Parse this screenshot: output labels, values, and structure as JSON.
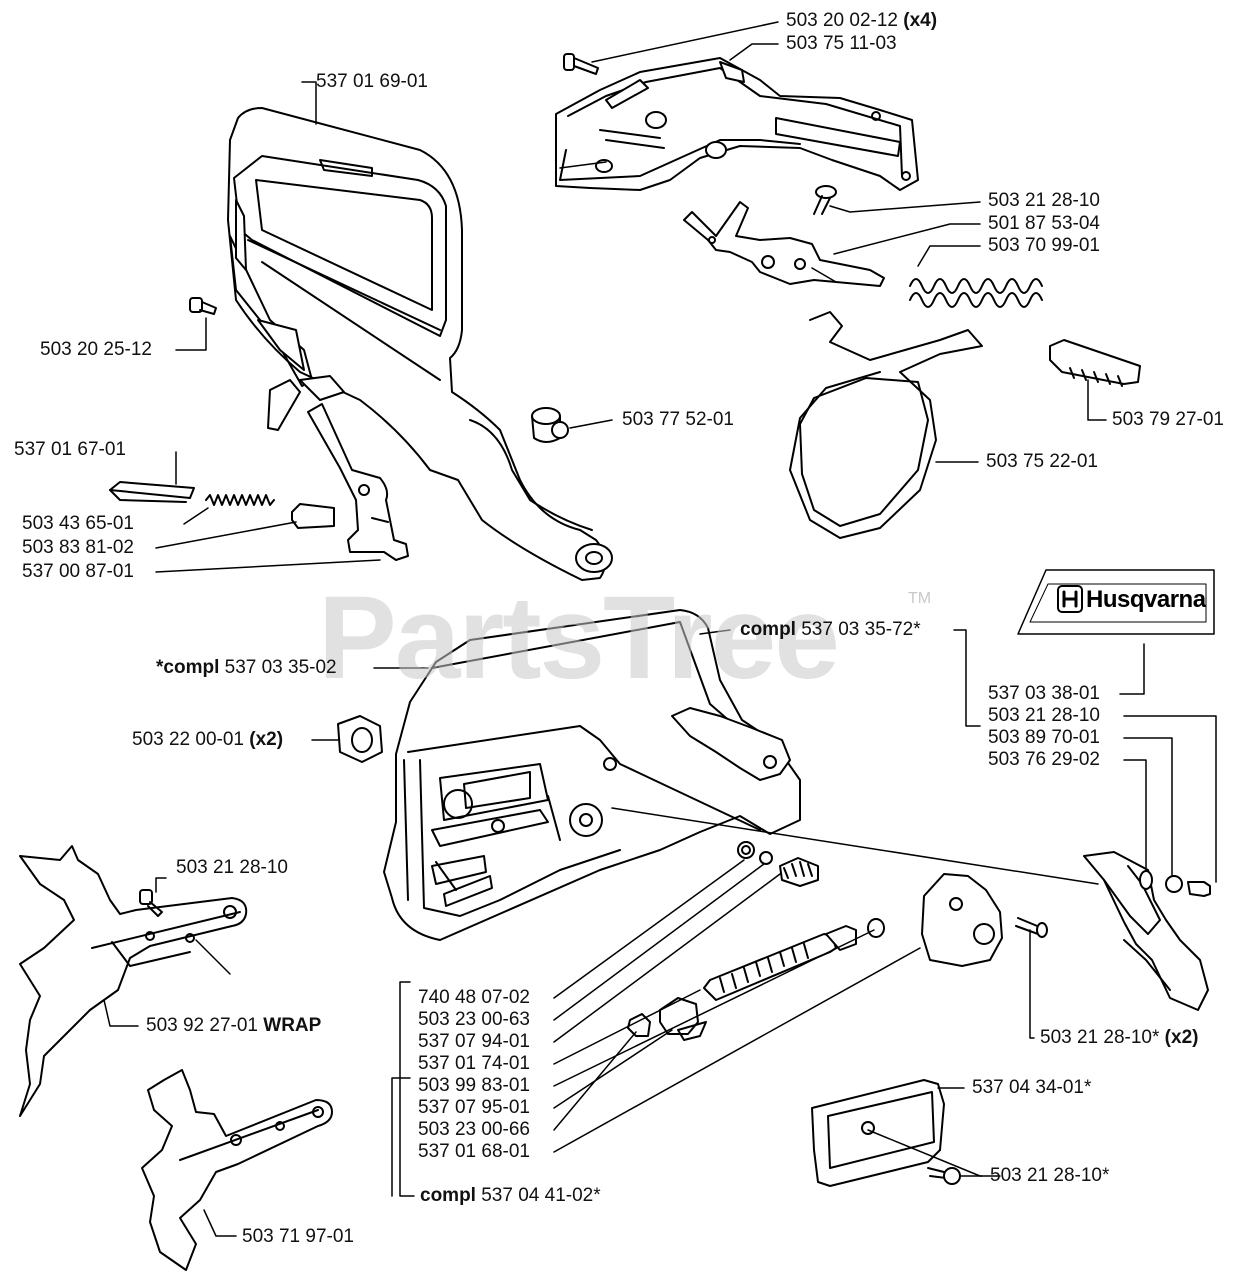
{
  "watermark": "PartsTree",
  "watermark_mark": "TM",
  "brand_logo": "Husqvarna",
  "labels": {
    "l_503200212": {
      "part": "503 20 02-12",
      "suffix": "(x4)"
    },
    "l_503751103": {
      "part": "503 75 11-03",
      "suffix": ""
    },
    "l_537016901": {
      "part": "537 01 69-01",
      "suffix": ""
    },
    "l_503212810a": {
      "part": "503 21 28-10",
      "suffix": ""
    },
    "l_501875304": {
      "part": "501 87 53-04",
      "suffix": ""
    },
    "l_503709901": {
      "part": "503 70 99-01",
      "suffix": ""
    },
    "l_503202512": {
      "part": "503 20 25-12",
      "suffix": ""
    },
    "l_503775201": {
      "part": "503 77 52-01",
      "suffix": ""
    },
    "l_503792701": {
      "part": "503 79 27-01",
      "suffix": ""
    },
    "l_537016701": {
      "part": "537 01 67-01",
      "suffix": ""
    },
    "l_503752201": {
      "part": "503 75 22-01",
      "suffix": ""
    },
    "l_503436501": {
      "part": "503 43 65-01",
      "suffix": ""
    },
    "l_503838102": {
      "part": "503 83 81-02",
      "suffix": ""
    },
    "l_537008701": {
      "part": "537 00 87-01",
      "suffix": ""
    },
    "l_compl_72": {
      "prefix": "compl",
      "part": "537 03 35-72*"
    },
    "l_compl_02": {
      "prefix": "*compl",
      "part": "537 03 35-02"
    },
    "l_537033801": {
      "part": "537 03 38-01",
      "suffix": ""
    },
    "l_503220001": {
      "part": "503 22 00-01",
      "suffix": "(x2)"
    },
    "l_503212810b": {
      "part": "503 21 28-10",
      "suffix": ""
    },
    "l_503897001": {
      "part": "503 89 70-01",
      "suffix": ""
    },
    "l_503762902": {
      "part": "503 76 29-02",
      "suffix": ""
    },
    "l_503212810c": {
      "part": "503 21 28-10",
      "suffix": ""
    },
    "l_503922701": {
      "part": "503 92 27-01",
      "suffix": "WRAP"
    },
    "l_740480702": {
      "part": "740 48 07-02",
      "suffix": ""
    },
    "l_503230063": {
      "part": "503 23 00-63",
      "suffix": ""
    },
    "l_537079401": {
      "part": "537 07 94-01",
      "suffix": ""
    },
    "l_537017401": {
      "part": "537 01 74-01",
      "suffix": ""
    },
    "l_503998301": {
      "part": "503 99 83-01",
      "suffix": ""
    },
    "l_537079501": {
      "part": "537 07 95-01",
      "suffix": ""
    },
    "l_503230066": {
      "part": "503 23 00-66",
      "suffix": ""
    },
    "l_537016801": {
      "part": "537 01 68-01",
      "suffix": ""
    },
    "l_503212810x2": {
      "part": "503 21 28-10*",
      "suffix": "(x2)"
    },
    "l_537043401": {
      "part": "537 04 34-01*",
      "suffix": ""
    },
    "l_503212810star": {
      "part": "503 21 28-10*",
      "suffix": ""
    },
    "l_compl_41": {
      "prefix": "compl",
      "part": "537 04 41-02*"
    },
    "l_503719701": {
      "part": "503 71 97-01",
      "suffix": ""
    }
  }
}
